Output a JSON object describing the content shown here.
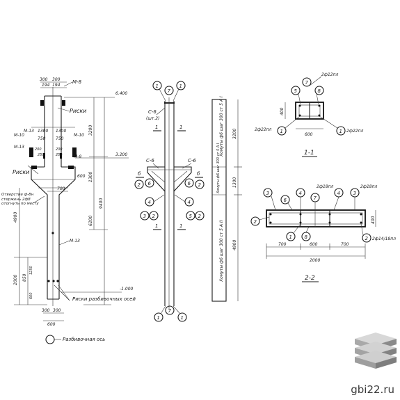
{
  "watermark": {
    "site": "gbi22.ru",
    "logo_icon": "stacked-slabs-icon"
  },
  "elevation_main": {
    "top_dims": [
      "300",
      "300"
    ],
    "top_sub": [
      "194",
      "194"
    ],
    "mark_top": "M-8",
    "risk_1": "Риски",
    "risk_2": "Риски",
    "m13_a": "M-13",
    "m10": "M-10",
    "m10b": "M-10",
    "m8": "M-8",
    "m13_b": "M-13",
    "d1300": "1300",
    "d750": "750",
    "d200": "200",
    "d250": "250",
    "d600": "600",
    "d700": "700",
    "note": "Отверстие ф-8н стержень 2ф8 отогнуть по месту",
    "h3200": "3200",
    "h9400": "9400",
    "h6200": "6200",
    "h1300": "1300",
    "h4900": "4900",
    "h2000": "2000",
    "h850": "850",
    "h600": "600",
    "h1250": "1250",
    "lvl_top": "6.400",
    "lvl_mid": "3.200",
    "lvl_low": "-1.000",
    "bottom_dims": [
      "300",
      "300"
    ],
    "bottom_total": "600",
    "risk_axes": "Риски разбивочных осей",
    "axis_legend": "Разбивочная ось"
  },
  "elevation_side": {
    "tags": [
      "1",
      "7",
      "1",
      "1",
      "7",
      "1"
    ],
    "c6a": "С-6",
    "c6b": "(шт.2)",
    "c6c": "С-6",
    "c6d": "С-6",
    "sec1": "1",
    "sec2": "1",
    "sec_b1": "б",
    "sec_b2": "б",
    "left_tags": [
      "2",
      "6",
      "4",
      "3",
      "2"
    ],
    "right_tags": [
      "2",
      "6",
      "4",
      "5",
      "2"
    ]
  },
  "long_bar": {
    "label1": "Хомуты ф6 шаг 300 ст 5 А I",
    "label2": "Хомуты ф6 шаг 300 ст 5 А I",
    "label3": "Хомуты ф6 шаг 300 ст 5 А II",
    "h3200": "3200",
    "h1300": "1300",
    "h4900": "4900"
  },
  "section_11": {
    "title": "1-1",
    "tag5": "5",
    "tag7": "7",
    "tag8": "8",
    "tag1a": "1",
    "tag1b": "1",
    "bars_top": "2ф12пл",
    "bars_l": "2ф22пл",
    "bars_r": "2ф22пл",
    "w600": "600",
    "h400": "400"
  },
  "section_22": {
    "title": "2-2",
    "tags": [
      "2",
      "3",
      "6",
      "4",
      "7",
      "4",
      "3"
    ],
    "tag1": "1",
    "tag8": "8",
    "tag2r": "2",
    "top_bars": "2ф18пл",
    "top_bars_r": "2ф18пл",
    "right_bars": "2ф14/18пл",
    "d700a": "700",
    "d600": "600",
    "d700b": "700",
    "total": "2000",
    "h400": "400"
  }
}
